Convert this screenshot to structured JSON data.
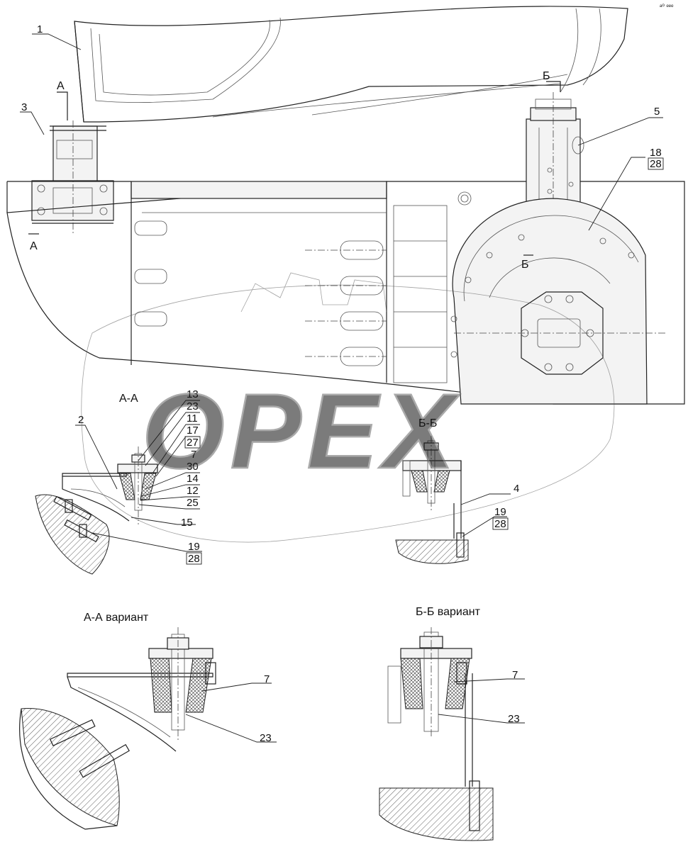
{
  "watermark": "OPEX",
  "corner_mark": "ᵃ⁰ ᵉᵉᵉ",
  "section_marks": {
    "a": "А",
    "b": "Б"
  },
  "sections": {
    "aa": "А-А",
    "bb": "Б-Б",
    "aa_variant": "А-А вариант",
    "bb_variant": "Б-Б вариант"
  },
  "callouts": [
    {
      "id": "c1",
      "text": "1",
      "boxed": false
    },
    {
      "id": "c2",
      "text": "2",
      "boxed": false
    },
    {
      "id": "c3",
      "text": "3",
      "boxed": false
    },
    {
      "id": "c4",
      "text": "4",
      "boxed": false
    },
    {
      "id": "c5",
      "text": "5",
      "boxed": false
    },
    {
      "id": "c18",
      "text": "18",
      "boxed": false
    },
    {
      "id": "c28a",
      "text": "28",
      "boxed": true
    },
    {
      "id": "c13",
      "text": "13",
      "boxed": false
    },
    {
      "id": "c23a",
      "text": "23",
      "boxed": false
    },
    {
      "id": "c11",
      "text": "11",
      "boxed": false
    },
    {
      "id": "c17",
      "text": "17",
      "boxed": false
    },
    {
      "id": "c27",
      "text": "27",
      "boxed": true
    },
    {
      "id": "c7a",
      "text": "7",
      "boxed": false
    },
    {
      "id": "c30",
      "text": "30",
      "boxed": false
    },
    {
      "id": "c14",
      "text": "14",
      "boxed": false
    },
    {
      "id": "c12",
      "text": "12",
      "boxed": false
    },
    {
      "id": "c25",
      "text": "25",
      "boxed": false
    },
    {
      "id": "c15",
      "text": "15",
      "boxed": false
    },
    {
      "id": "c19a",
      "text": "19",
      "boxed": false
    },
    {
      "id": "c28b",
      "text": "28",
      "boxed": true
    },
    {
      "id": "c19b",
      "text": "19",
      "boxed": false
    },
    {
      "id": "c28c",
      "text": "28",
      "boxed": true
    },
    {
      "id": "c7b",
      "text": "7",
      "boxed": false
    },
    {
      "id": "c23b",
      "text": "23",
      "boxed": false
    },
    {
      "id": "c7c",
      "text": "7",
      "boxed": false
    },
    {
      "id": "c23c",
      "text": "23",
      "boxed": false
    }
  ]
}
